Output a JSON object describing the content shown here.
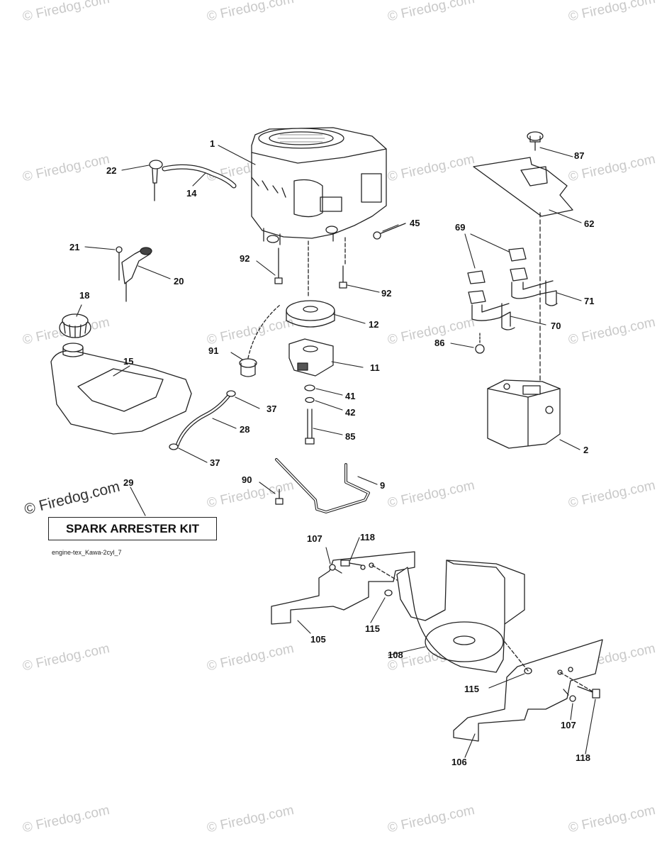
{
  "watermark": "© Firedog.com",
  "kit_label": "SPARK ARRESTER KIT",
  "drawing_ref": "engine-tex_Kawa-2cyl_7",
  "callouts": {
    "c1": "1",
    "c2": "2",
    "c9": "9",
    "c11": "11",
    "c12": "12",
    "c14": "14",
    "c15": "15",
    "c18": "18",
    "c20": "20",
    "c21": "21",
    "c22": "22",
    "c28": "28",
    "c29": "29",
    "c37a": "37",
    "c37b": "37",
    "c41": "41",
    "c42": "42",
    "c45": "45",
    "c62": "62",
    "c69": "69",
    "c70": "70",
    "c71": "71",
    "c85": "85",
    "c86": "86",
    "c87": "87",
    "c90": "90",
    "c91": "91",
    "c92a": "92",
    "c92b": "92",
    "c105": "105",
    "c106": "106",
    "c107a": "107",
    "c107b": "107",
    "c108": "108",
    "c115a": "115",
    "c115b": "115",
    "c118a": "118",
    "c118b": "118"
  }
}
